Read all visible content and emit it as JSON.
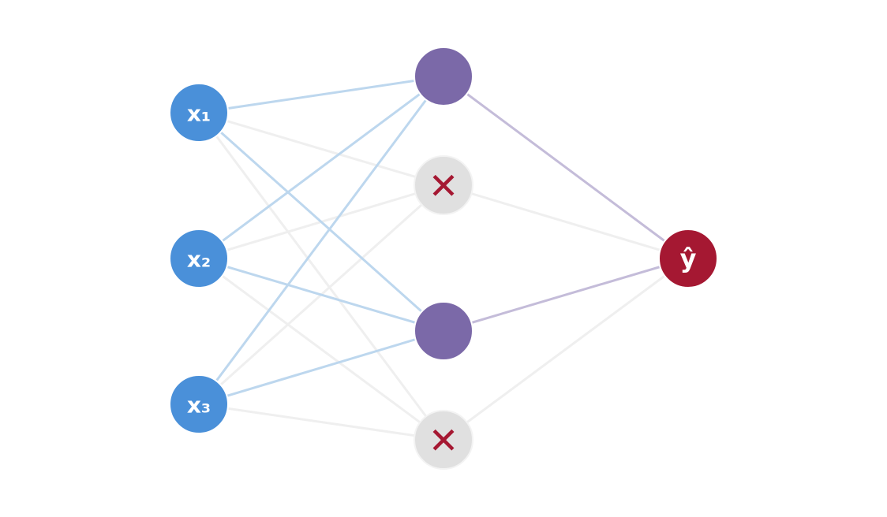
{
  "diagram": {
    "inputs": [
      {
        "id": "x1",
        "label": "x₁"
      },
      {
        "id": "x2",
        "label": "x₂"
      },
      {
        "id": "x3",
        "label": "x₃"
      }
    ],
    "hidden": [
      {
        "id": "h1",
        "dropped": false
      },
      {
        "id": "h2",
        "dropped": true,
        "mark": "✕"
      },
      {
        "id": "h3",
        "dropped": false
      },
      {
        "id": "h4",
        "dropped": true,
        "mark": "✕"
      }
    ],
    "output": {
      "id": "y",
      "label": "ŷ"
    },
    "colors": {
      "input_node": "#4a90d9",
      "hidden_active": "#7b69a8",
      "hidden_dropped": "#e0e0e0",
      "output_node": "#a51832",
      "drop_mark": "#a51832",
      "input_edge_active": "#bdd7ee",
      "output_edge_active": "#c4bcd9",
      "edge_inactive": "#efefef"
    }
  }
}
